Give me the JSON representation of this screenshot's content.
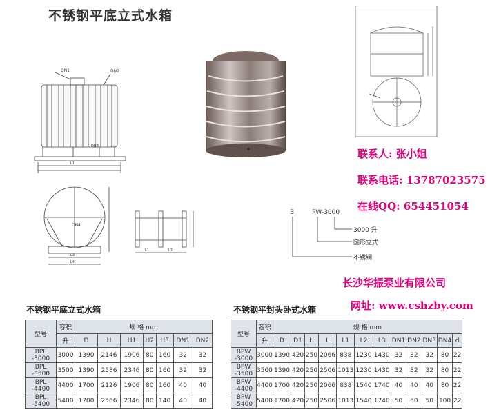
{
  "title": "不锈钢平底立式水箱",
  "contact": {
    "person": "联系人: 张小姐",
    "phone": "联系电话: 13787023575",
    "qq": "在线QQ: 654451054"
  },
  "company": "长沙华振泵业有限公司",
  "website": "网址: www.cshzby.com",
  "diagram_labels": {
    "dn1": "DN1",
    "dn2": "DN2",
    "dn3": "DN3",
    "dn4": "DN4",
    "l1": "L1",
    "l2": "L2",
    "l3": "L3",
    "l4": "L4"
  },
  "model_code": {
    "prefix": "B",
    "code": "PW-3000",
    "capacity_desc": "3000 升",
    "shape_desc": "圆形立式",
    "material_desc": "不锈钢"
  },
  "table_vertical": {
    "title": "不锈钢平底立式水箱",
    "h_model": "型号",
    "h_volume": "容积",
    "h_volume_unit": "升",
    "h_spec": "规            格            mm",
    "columns": [
      "D",
      "H",
      "H1",
      "H2",
      "H3",
      "DN1",
      "DN2"
    ],
    "rows": [
      {
        "model_a": "BPL",
        "model_b": "-3000",
        "cells": [
          "3000",
          "1390",
          "2146",
          "1906",
          "80",
          "160",
          "32",
          "32"
        ]
      },
      {
        "model_a": "BPL",
        "model_b": "-3500",
        "cells": [
          "3500",
          "1390",
          "2586",
          "2346",
          "80",
          "160",
          "32",
          "32"
        ]
      },
      {
        "model_a": "BPL",
        "model_b": "-4400",
        "cells": [
          "4400",
          "1700",
          "2126",
          "1906",
          "80",
          "160",
          "40",
          "40"
        ]
      },
      {
        "model_a": "BPL",
        "model_b": "-5400",
        "cells": [
          "5400",
          "1700",
          "2566",
          "2346",
          "80",
          "140",
          "40",
          "40"
        ]
      }
    ]
  },
  "table_horizontal": {
    "title": "不锈钢平封头卧式水箱",
    "h_model": "型号",
    "h_volume": "容积",
    "h_volume_unit": "升",
    "h_spec": "规            格            mm",
    "columns": [
      "D",
      "D1",
      "H",
      "L",
      "L1",
      "L2",
      "L3",
      "DN1",
      "DN2",
      "DN3",
      "DN4",
      "d"
    ],
    "rows": [
      {
        "model_a": "BPW",
        "model_b": "-3000",
        "cells": [
          "3000",
          "1390",
          "420",
          "250",
          "2066",
          "838",
          "1230",
          "1430",
          "32",
          "32",
          "32",
          "80",
          "22"
        ]
      },
      {
        "model_a": "BPW",
        "model_b": "-3500",
        "cells": [
          "3500",
          "1390",
          "420",
          "250",
          "2506",
          "1013",
          "1230",
          "1430",
          "32",
          "32",
          "32",
          "80",
          "22"
        ]
      },
      {
        "model_a": "BPW",
        "model_b": "-4400",
        "cells": [
          "4400",
          "1700",
          "420",
          "250",
          "2066",
          "838",
          "1540",
          "1740",
          "40",
          "40",
          "40",
          "80",
          "22"
        ]
      },
      {
        "model_a": "BPW",
        "model_b": "-5400",
        "cells": [
          "5400",
          "1700",
          "420",
          "250",
          "2506",
          "1013",
          "1540",
          "1740",
          "50",
          "50",
          "50",
          "100",
          "22"
        ]
      }
    ]
  }
}
